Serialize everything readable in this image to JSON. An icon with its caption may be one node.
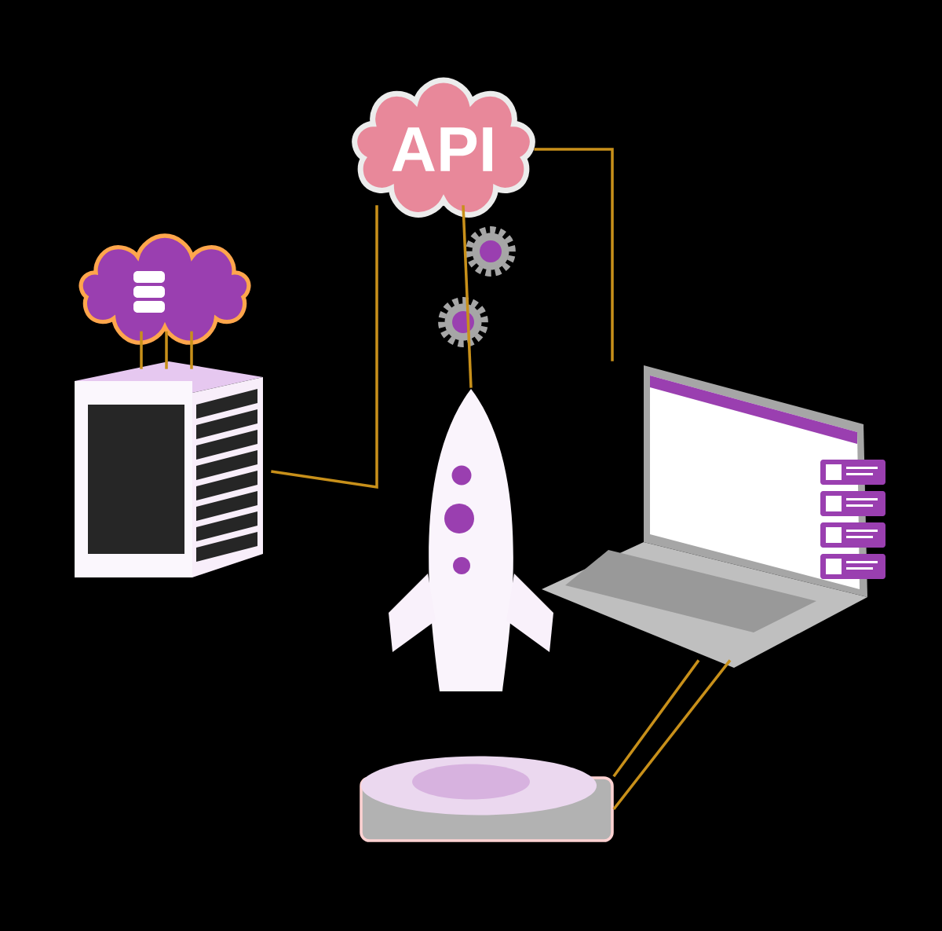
{
  "diagram": {
    "nodes": [
      {
        "text": [
          "API"
        ]
      },
      {
        "text": [],
        "shape": "cloud"
      },
      {
        "text": [],
        "shape": "picture"
      },
      {
        "text": [],
        "shape": "picture"
      },
      {
        "text": [],
        "shape": "picture"
      },
      {
        "text": [],
        "shape": "box"
      }
    ],
    "edges": [
      {
        "from": 0,
        "to": 2,
        "arrow": "none"
      },
      {
        "from": 0,
        "to": 4,
        "arrow": "none"
      },
      {
        "from": 0,
        "to": 3,
        "arrow": "none"
      },
      {
        "from": 1,
        "to": 2,
        "arrow": "none"
      },
      {
        "from": 1,
        "to": 2,
        "arrow": "none"
      },
      {
        "from": 1,
        "to": 2,
        "arrow": "none"
      },
      {
        "from": 4,
        "to": 5,
        "arrow": "none"
      },
      {
        "from": 4,
        "to": 5,
        "arrow": "none"
      }
    ]
  }
}
